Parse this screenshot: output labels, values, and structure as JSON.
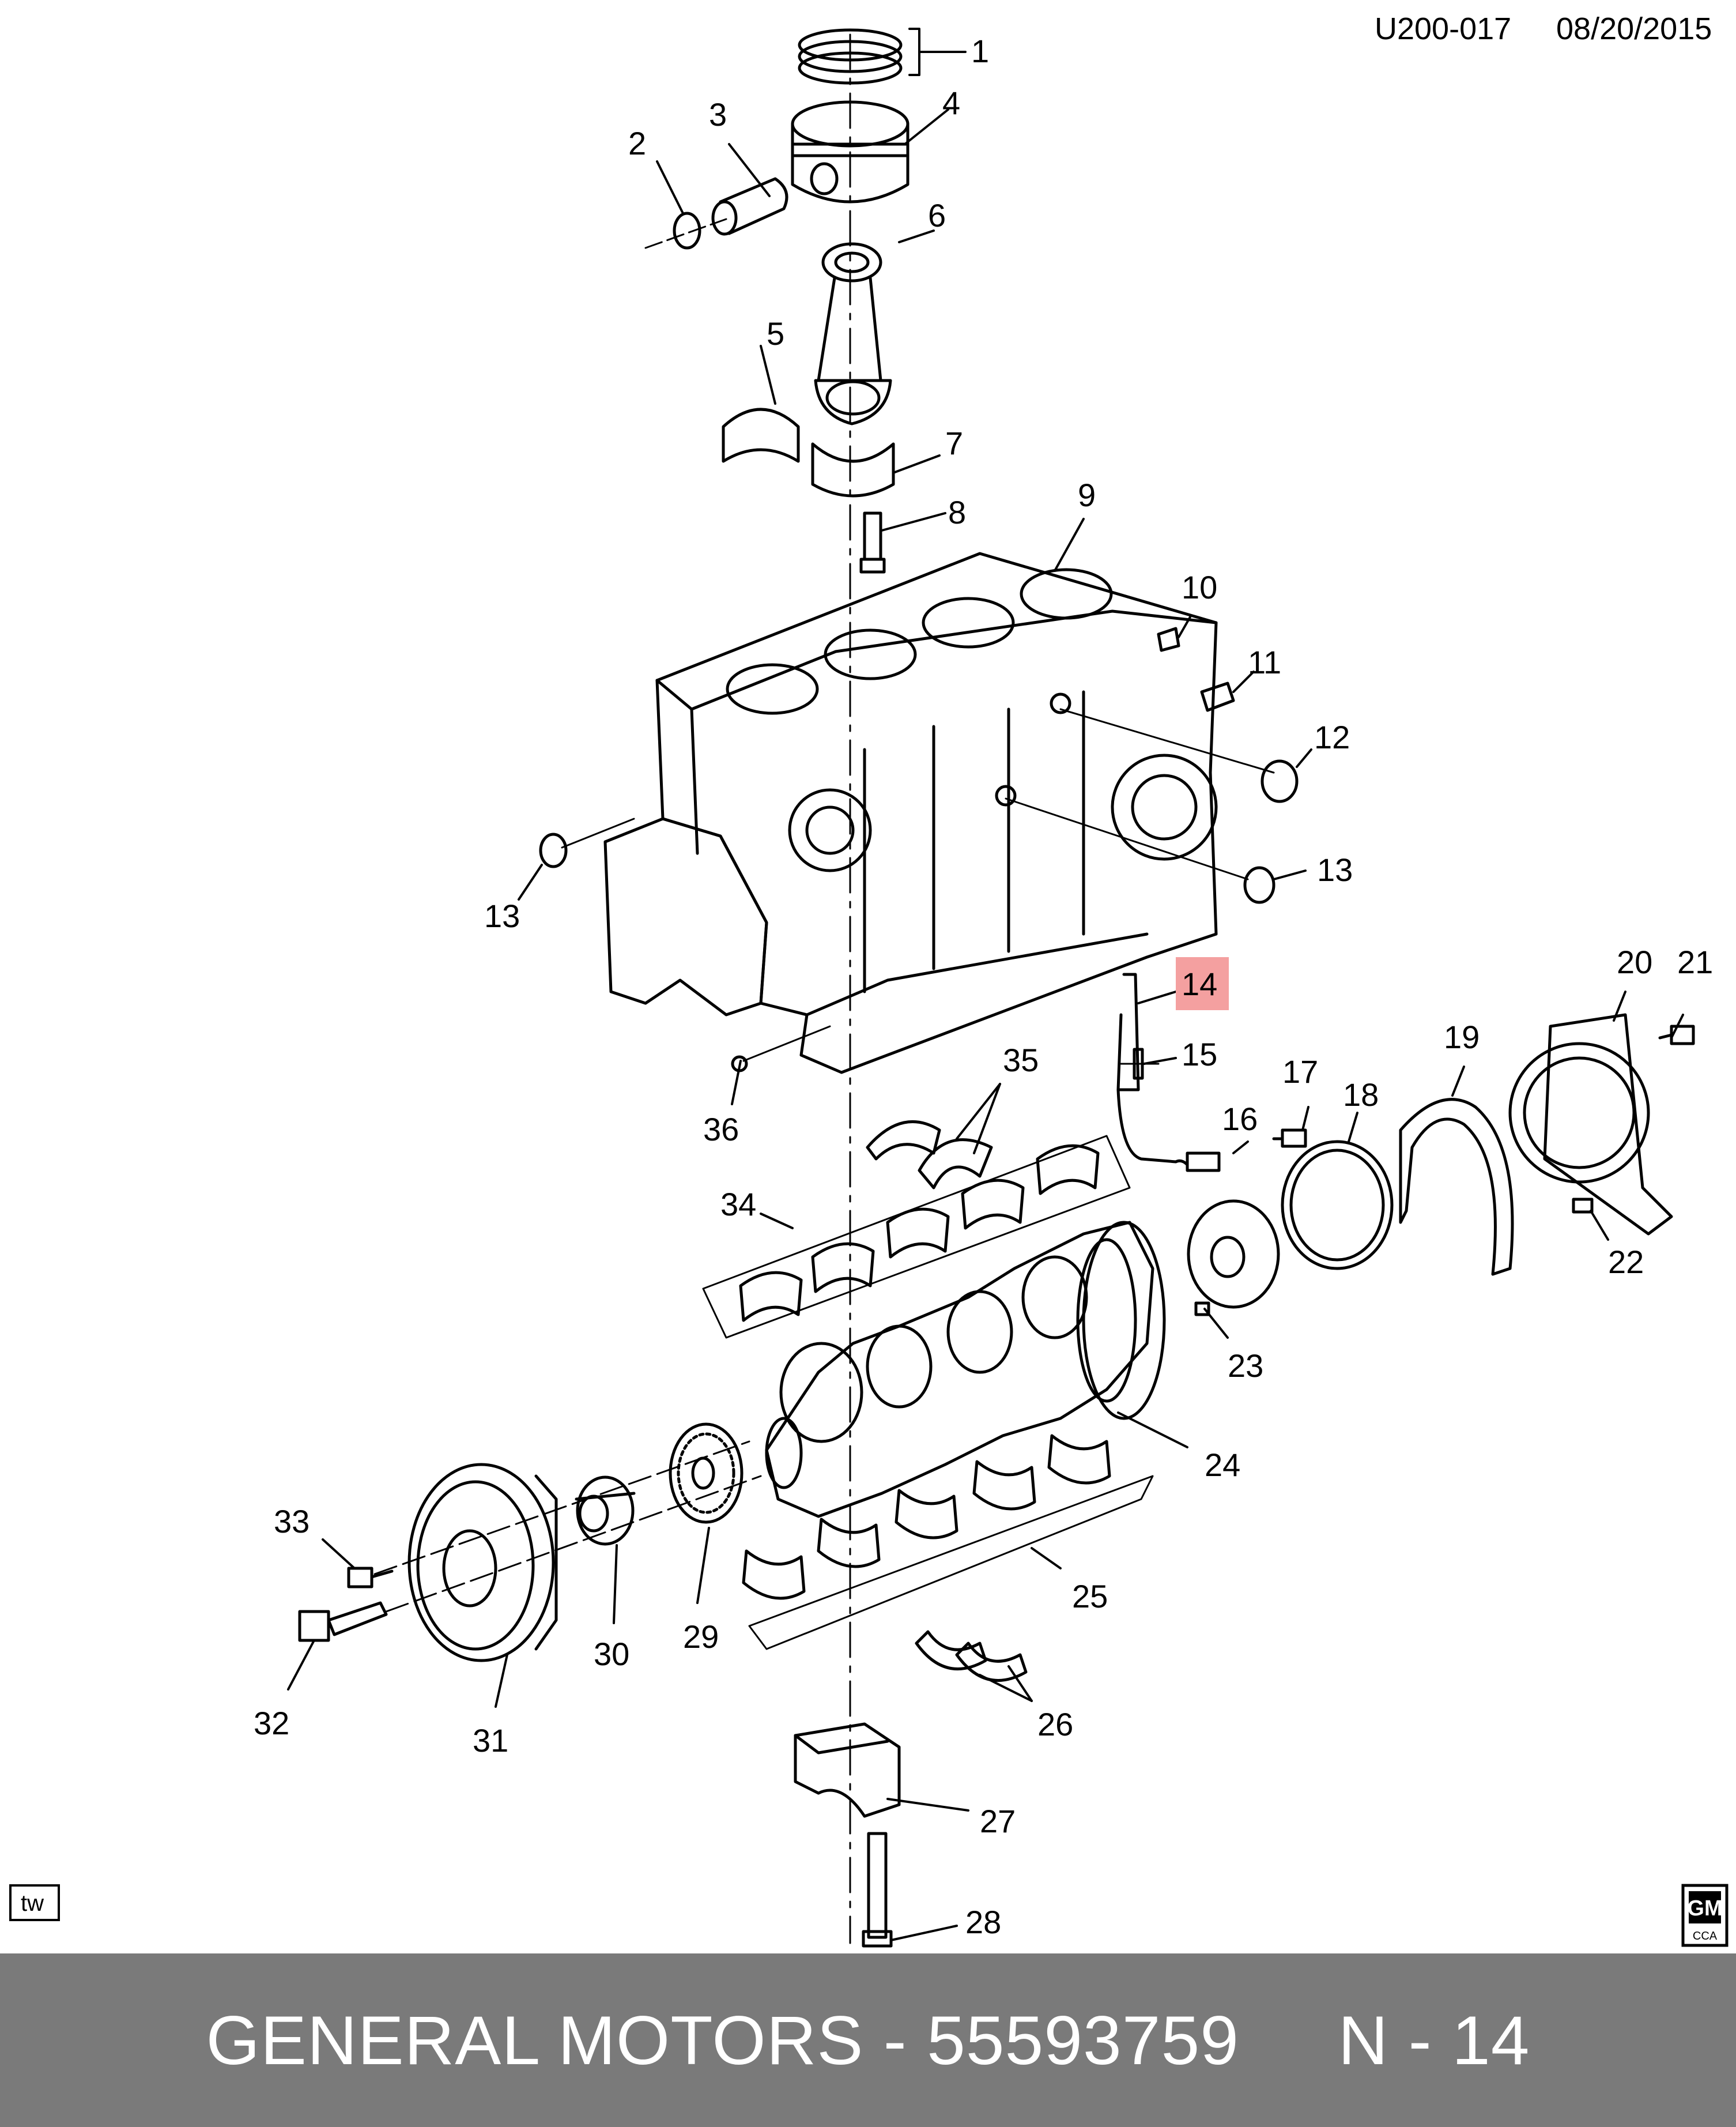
{
  "header": {
    "drawing_id": "U200-017",
    "date": "08/20/2015"
  },
  "callouts": [
    "1",
    "2",
    "3",
    "4",
    "5",
    "6",
    "7",
    "8",
    "9",
    "10",
    "11",
    "12",
    "13",
    "13",
    "14",
    "15",
    "16",
    "17",
    "18",
    "19",
    "20",
    "21",
    "22",
    "23",
    "24",
    "25",
    "26",
    "27",
    "28",
    "29",
    "30",
    "31",
    "32",
    "33",
    "34",
    "35",
    "36"
  ],
  "highlighted_callout": "14",
  "highlight_color": "#f4a0a0",
  "corner_marks": {
    "left": "tw",
    "right_logo": "GM",
    "right_sub": "CCA"
  },
  "footer": {
    "text": "GENERAL MOTORS - 55593759     N - 14",
    "background": "#7a7a7a"
  }
}
